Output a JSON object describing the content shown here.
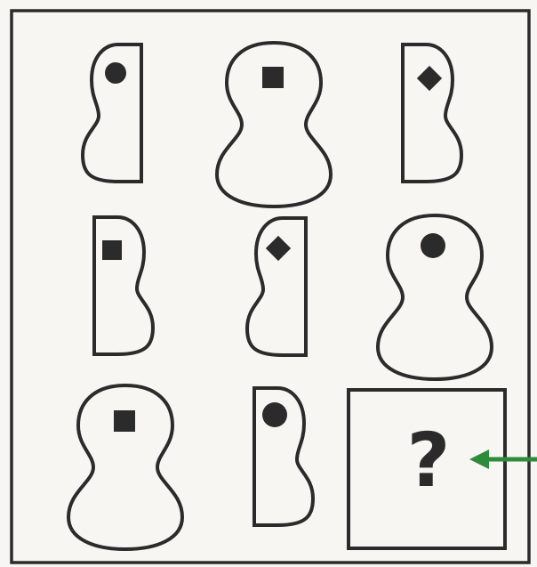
{
  "puzzle": {
    "answer_box": {
      "label": "?"
    },
    "grid": [
      {
        "shape": "left-half",
        "symbol": "circle"
      },
      {
        "shape": "full",
        "symbol": "square"
      },
      {
        "shape": "right-half",
        "symbol": "diamond"
      },
      {
        "shape": "right-half",
        "symbol": "square"
      },
      {
        "shape": "left-half",
        "symbol": "diamond"
      },
      {
        "shape": "full",
        "symbol": "circle"
      },
      {
        "shape": "full",
        "symbol": "square"
      },
      {
        "shape": "right-half",
        "symbol": "circle"
      },
      {
        "shape": "unknown",
        "symbol": "unknown"
      }
    ],
    "colors": {
      "ink": "#2b2b2b",
      "background": "#f7f6f3",
      "arrow": "#2e8b3a"
    }
  }
}
